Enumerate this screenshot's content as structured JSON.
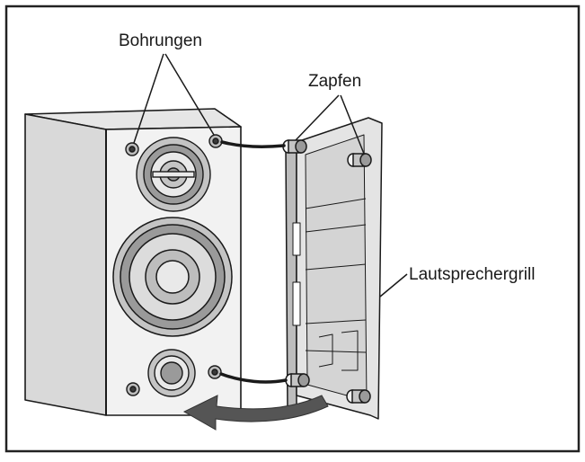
{
  "labels": {
    "holes": "Bohrungen",
    "pins": "Zapfen",
    "grille": "Lautsprechergrill"
  },
  "colors": {
    "stroke": "#1a1a1a",
    "frame": "#222222",
    "cabinet_front": "#f2f2f2",
    "cabinet_side": "#d9d9d9",
    "cabinet_top": "#e6e6e6",
    "grille_face": "#e4e4e4",
    "grille_edge": "#bdbdbd",
    "driver_dark": "#9a9a9a",
    "driver_mid": "#c4c4c4",
    "driver_light": "#e9e9e9",
    "arrow": "#555555"
  }
}
